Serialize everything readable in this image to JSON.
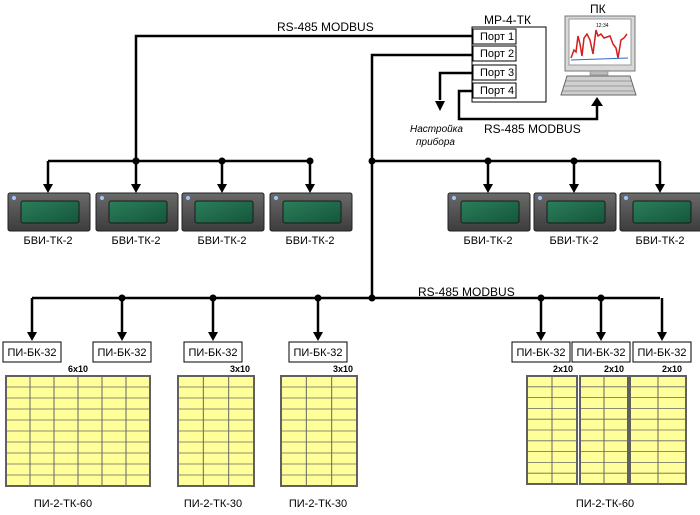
{
  "bus_labels": {
    "top": "RS-485 MODBUS",
    "pc": "RS-485 MODBUS",
    "bottom": "RS-485 MODBUS"
  },
  "mr": {
    "title": "МР-4-ТК",
    "ports": [
      "Порт 1",
      "Порт 2",
      "Порт 3",
      "Порт 4"
    ]
  },
  "pc": {
    "label": "ПК",
    "screen_text": "12:34"
  },
  "setup_label": [
    "Настройка",
    "прибора"
  ],
  "bvi_label": "БВИ-ТК-2",
  "pibk_label": "ПИ-БК-32",
  "panels": [
    {
      "dims": "6x10",
      "label": "ПИ-2-ТК-60"
    },
    {
      "dims": "3x10",
      "label": "ПИ-2-ТК-30"
    },
    {
      "dims": "3x10",
      "label": "ПИ-2-ТК-30"
    },
    {
      "dims": [
        "2x10",
        "2x10",
        "2x10"
      ],
      "label": "ПИ-2-ТК-60"
    }
  ],
  "colors": {
    "line": "#000000",
    "device_body": "#505050",
    "device_screen": "#1e6e4e",
    "panel_fill": "#ffff99",
    "panel_border": "#606060"
  }
}
